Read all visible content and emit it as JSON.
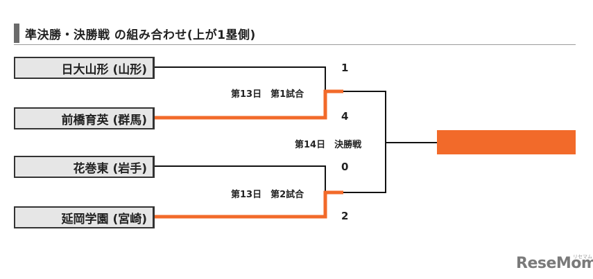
{
  "title": "準決勝・決勝戦 の組み合わせ(上が1塁側)",
  "teams": [
    {
      "name": "日大山形 (山形)",
      "score": "1"
    },
    {
      "name": "前橋育英 (群馬)",
      "score": "4"
    },
    {
      "name": "花巻東 (岩手)",
      "score": "0"
    },
    {
      "name": "延岡学園 (宮崎)",
      "score": "2"
    }
  ],
  "games": {
    "semi1": "第13日　第1試合",
    "semi2": "第13日　第2試合",
    "final": "第14日　決勝戦"
  },
  "logo": {
    "text": "ReseMom",
    "tm": "リセマム"
  },
  "colors": {
    "winner": "#f26a2a",
    "line": "#111111",
    "box_fill": "#e6e6e6"
  }
}
